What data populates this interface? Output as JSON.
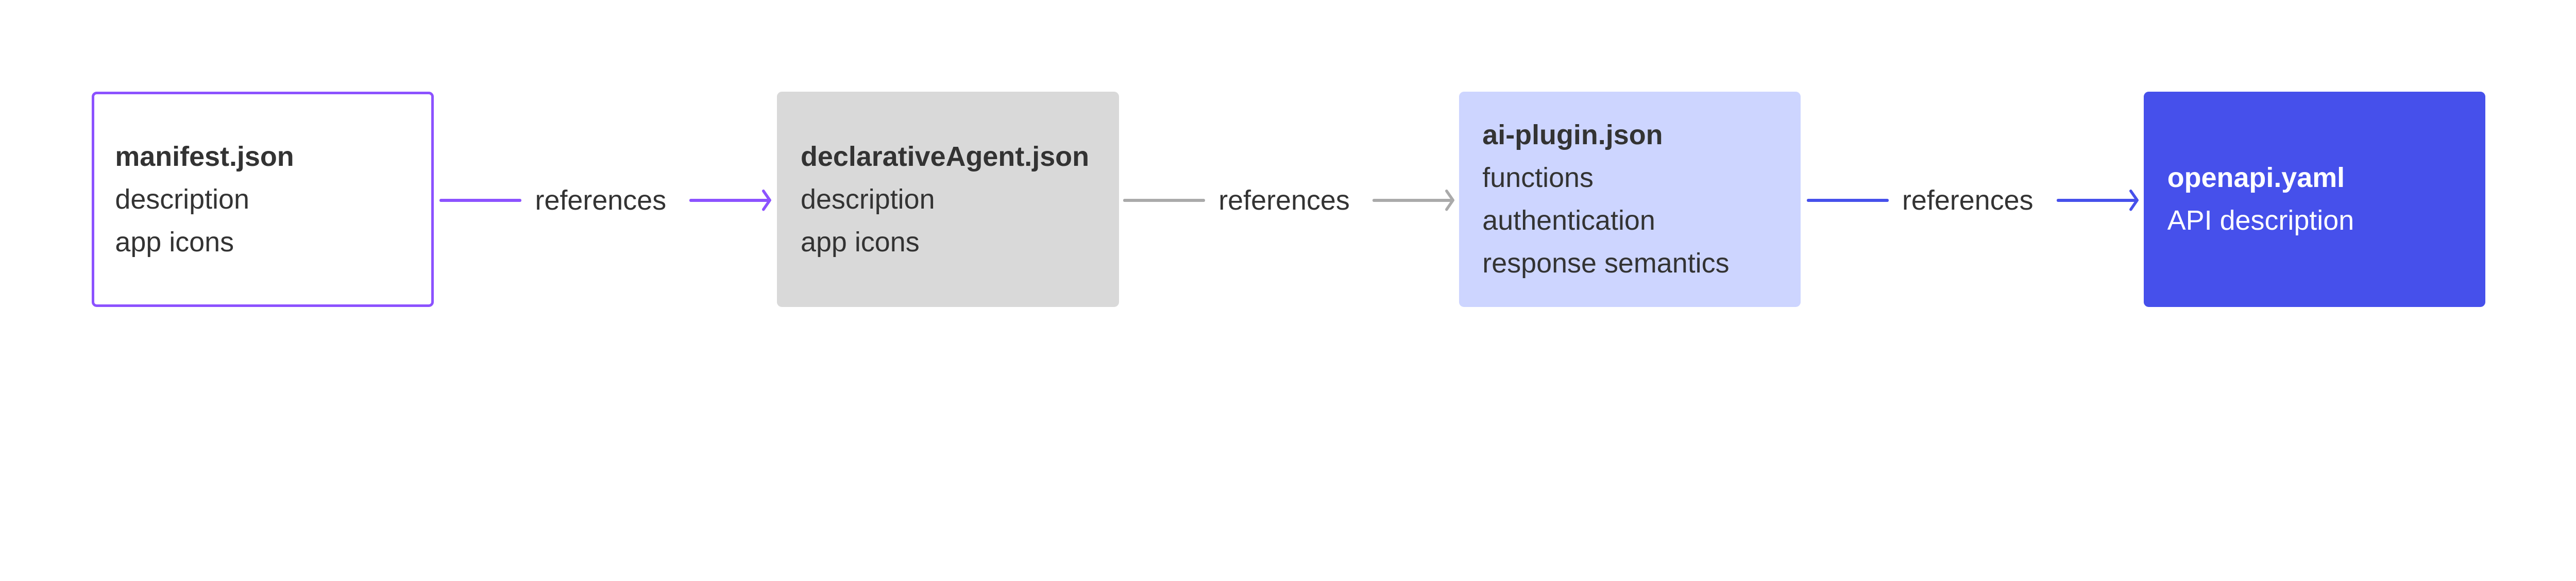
{
  "nodes": [
    {
      "title": "manifest.json",
      "lines": [
        "description",
        "app icons"
      ],
      "color": "#8C52FF",
      "style": "outlined"
    },
    {
      "title": "declarativeAgent.json",
      "lines": [
        "description",
        "app icons"
      ],
      "color": "#D9D9D9",
      "style": "filled"
    },
    {
      "title": "ai-plugin.json",
      "lines": [
        "functions",
        "authentication",
        "response semantics"
      ],
      "color": "#CDD5FF",
      "style": "filled"
    },
    {
      "title": "openapi.yaml",
      "lines": [
        "API description"
      ],
      "color": "#4650EB",
      "style": "filled"
    }
  ],
  "edges": [
    {
      "from": "manifest.json",
      "to": "declarativeAgent.json",
      "label": "references",
      "color": "#8C52FF"
    },
    {
      "from": "declarativeAgent.json",
      "to": "ai-plugin.json",
      "label": "references",
      "color": "#AAAAAA"
    },
    {
      "from": "ai-plugin.json",
      "to": "openapi.yaml",
      "label": "references",
      "color": "#4650EB"
    }
  ]
}
